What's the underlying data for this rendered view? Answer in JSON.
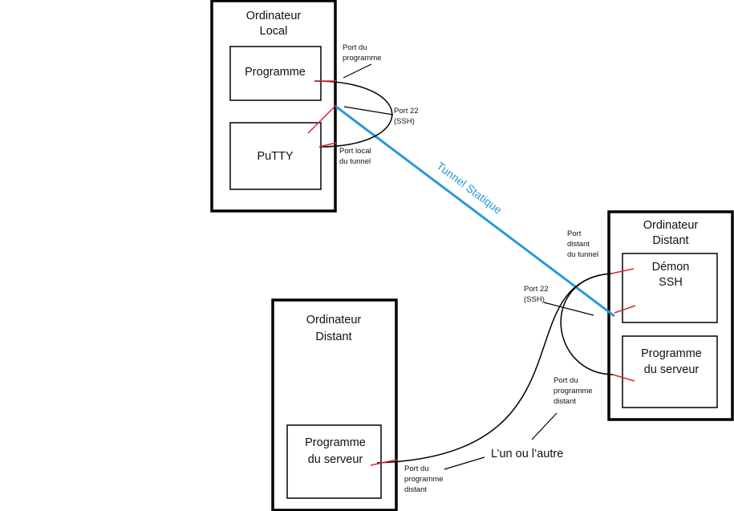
{
  "colors": {
    "outline": "#000000",
    "port_marker": "#e0242e",
    "tunnel": "#2a9ad6"
  },
  "local_computer": {
    "title": [
      "Ordinateur",
      "Local"
    ],
    "program_box": "Programme",
    "putty_box": "PuTTY"
  },
  "remote_computer_ssh": {
    "title": [
      "Ordinateur",
      "Distant"
    ],
    "daemon_box": [
      "Démon",
      "SSH"
    ],
    "server_program_box": [
      "Programme",
      "du serveur"
    ]
  },
  "remote_computer_server": {
    "title": [
      "Ordinateur",
      "Distant"
    ],
    "server_program_box": [
      "Programme",
      "du serveur"
    ]
  },
  "tunnel_label": "Tunnel Statique",
  "port_labels": {
    "program_port": [
      "Port du",
      "programme"
    ],
    "local_ssh_port": [
      "Port 22",
      "(SSH)"
    ],
    "local_tunnel_port": [
      "Port local",
      "du tunnel"
    ],
    "remote_tunnel_port": [
      "Port",
      "distant",
      "du tunnel"
    ],
    "remote_ssh_port": [
      "Port 22",
      "(SSH)"
    ],
    "remote_program_port_right": [
      "Port du",
      "programme",
      "distant"
    ],
    "remote_program_port_bottom": [
      "Port du",
      "programme",
      "distant"
    ]
  },
  "either_label": "L’un ou l’autre"
}
